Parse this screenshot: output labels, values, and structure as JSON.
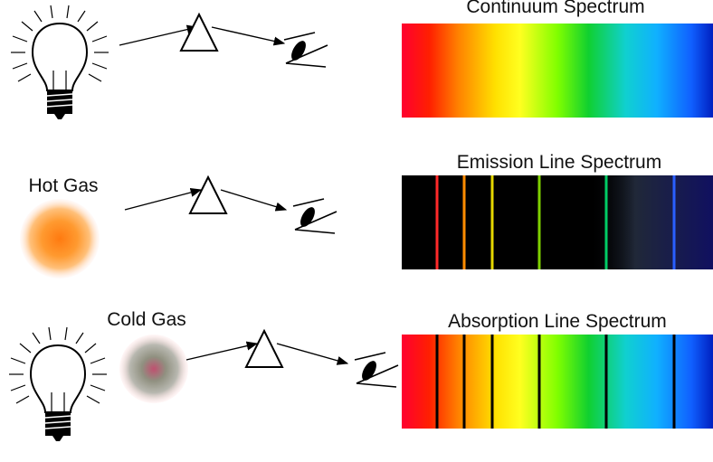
{
  "rows": [
    {
      "source_label": "",
      "spectrum_title": "Continuum Spectrum",
      "spectrum_type": "continuum",
      "icons": [
        "light-bulb-icon",
        "prism-icon",
        "eye-icon"
      ]
    },
    {
      "source_label": "Hot Gas",
      "spectrum_title": "Emission Line Spectrum",
      "spectrum_type": "emission",
      "icons": [
        "hot-gas-cloud-icon",
        "prism-icon",
        "eye-icon"
      ]
    },
    {
      "source_label": "Cold Gas",
      "spectrum_title": "Absorption Line Spectrum",
      "spectrum_type": "absorption",
      "icons": [
        "light-bulb-icon",
        "cold-gas-cloud-icon",
        "prism-icon",
        "eye-icon"
      ]
    }
  ],
  "spectral_colors": [
    "#ff0000",
    "#ff6600",
    "#ffcc00",
    "#ffff00",
    "#99ff00",
    "#00dd33",
    "#00ccff",
    "#0066ff",
    "#0000cc"
  ],
  "line_colors": [
    "#ff2a2a",
    "#ff8c00",
    "#e6d800",
    "#7ed000",
    "#00cc66",
    "#2a5fff"
  ],
  "background_color": "#000000"
}
